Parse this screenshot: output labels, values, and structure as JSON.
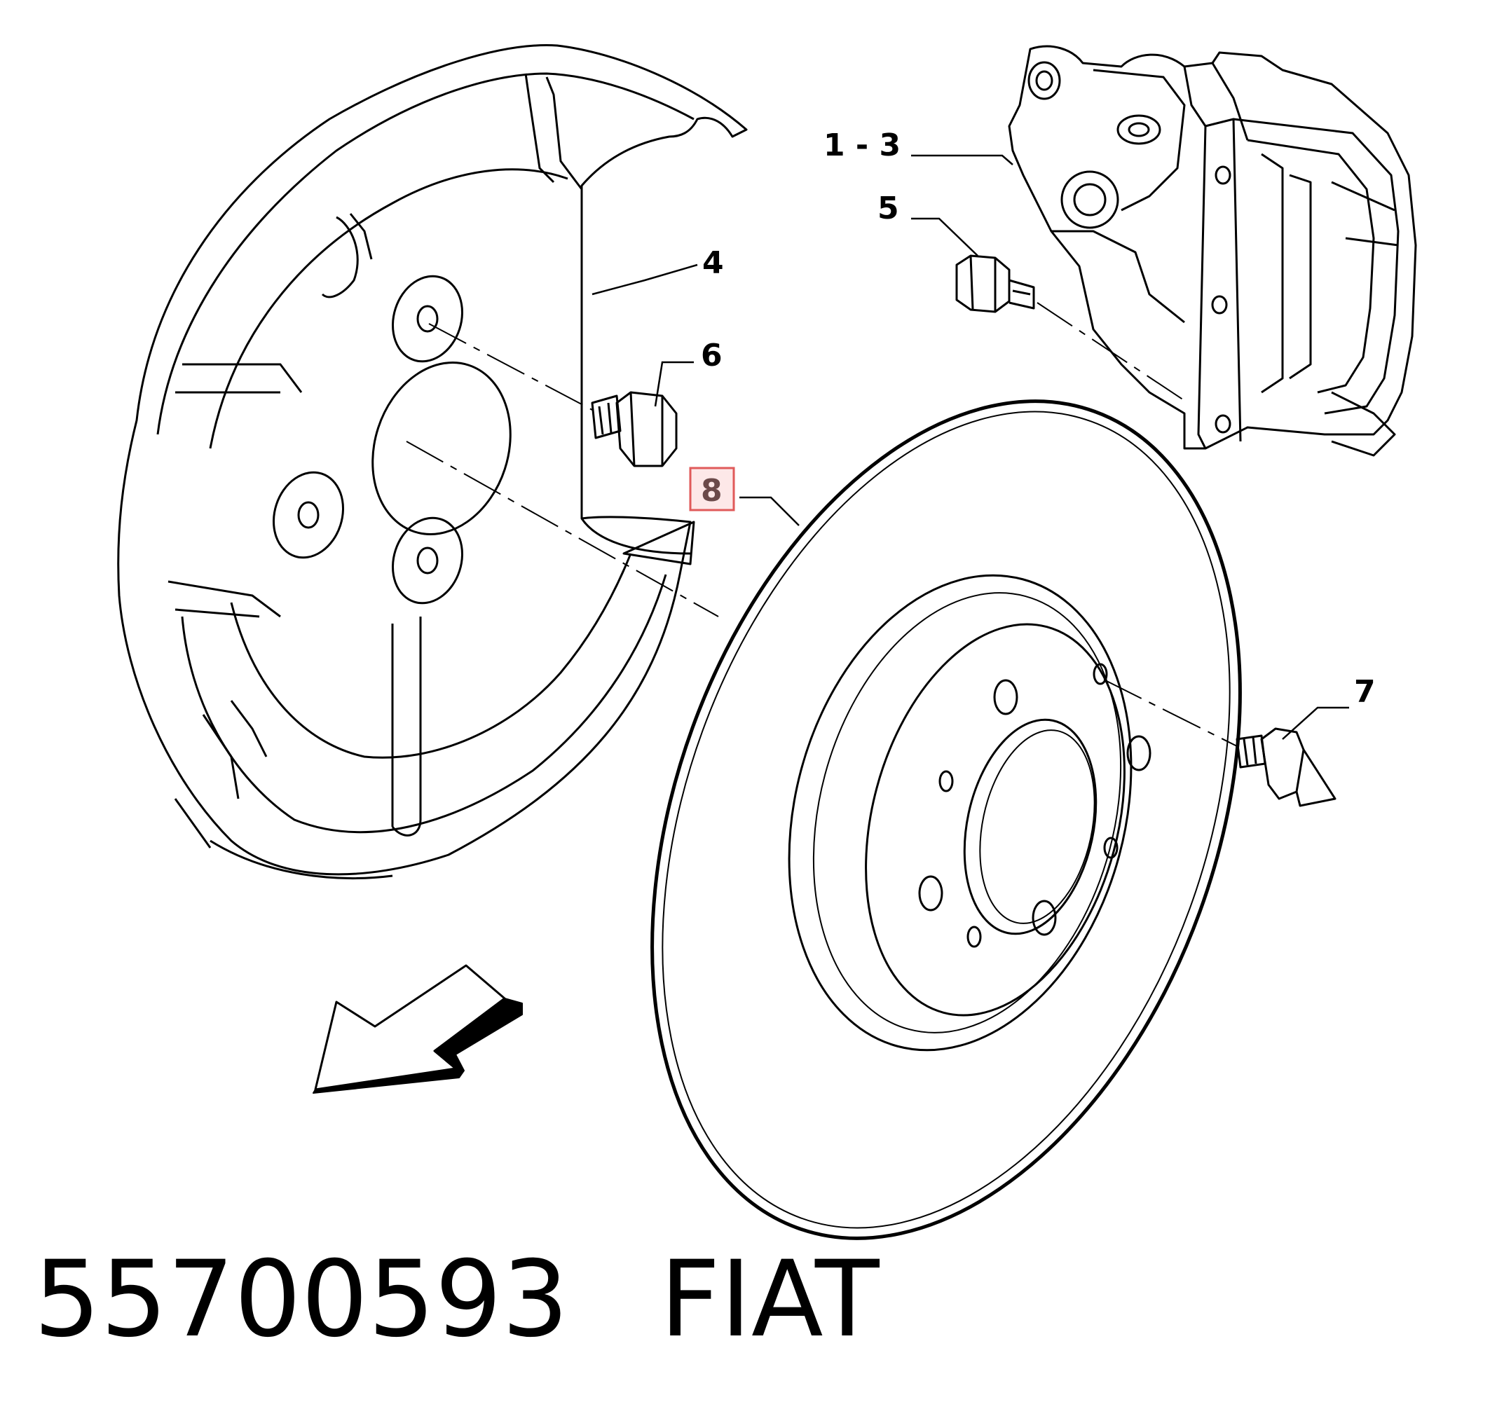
{
  "callouts": {
    "c13": "1 - 3",
    "c4": "4",
    "c5": "5",
    "c6": "6",
    "c7": "7",
    "c8": "8"
  },
  "highlight_color": "#e05a5a",
  "footer": {
    "part_number": "55700593",
    "brand": "FIAT"
  }
}
